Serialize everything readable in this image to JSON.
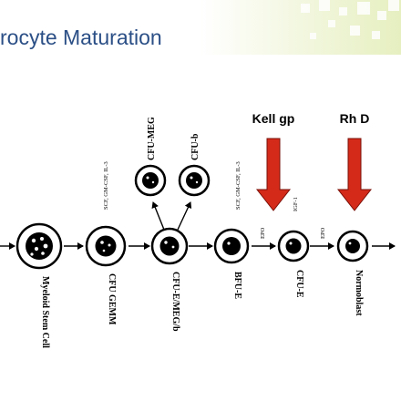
{
  "title": "rocyte Maturation",
  "colors": {
    "title": "#2b4f86",
    "arrow_fill": "#d42a1a",
    "arrow_stroke": "#7a1008",
    "banner": "#e6efc0"
  },
  "headers": {
    "kell": "Kell gp",
    "rhd": "Rh D"
  },
  "cells": {
    "myeloid_stem_cell": "Myeloid Stem Cell",
    "cfu_gemm": "CFU GEMM",
    "cfu_e_meg_b": "CFU-E/MEG/b",
    "bfu_e": "BFU-E",
    "cfu_e": "CFU-E",
    "normoblast": "Normoblast",
    "cfu_meg": "CFU-MEG",
    "cfu_b": "CFU-b"
  },
  "factors": {
    "scf_1": "SCF, GM-CSF, IL-3",
    "scf_2": "SCF, GM-CSF, IL-3",
    "epo_1": "EPO",
    "igf": "IGF-1",
    "epo_2": "EPO"
  }
}
